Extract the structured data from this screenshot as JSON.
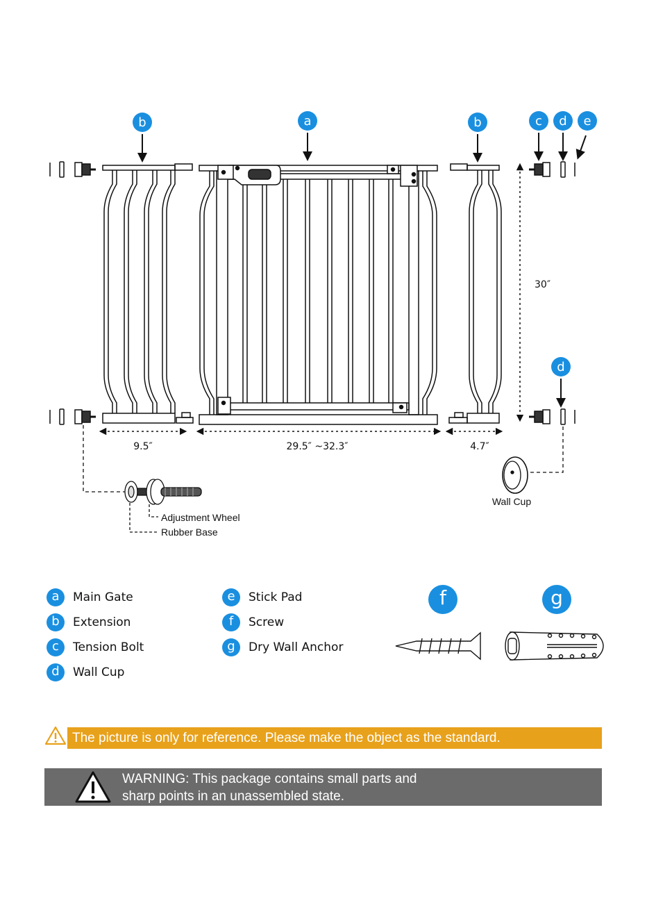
{
  "diagram": {
    "callouts": {
      "a": "a",
      "b_left": "b",
      "b_right": "b",
      "c": "c",
      "d_top": "d",
      "e": "e",
      "d_bottom": "d"
    },
    "dimensions": {
      "left_extension_width": "9.5″",
      "main_gate_width": "29.5″  ~32.3″",
      "right_extension_width": "4.7″",
      "height": "30″"
    },
    "labels": {
      "adjustment_wheel": "Adjustment Wheel",
      "rubber_base": "Rubber Base",
      "wall_cup": "Wall Cup"
    }
  },
  "legend": {
    "col1": [
      {
        "letter": "a",
        "label": "Main Gate"
      },
      {
        "letter": "b",
        "label": "Extension"
      },
      {
        "letter": "c",
        "label": "Tension Bolt"
      },
      {
        "letter": "d",
        "label": "Wall Cup"
      }
    ],
    "col2": [
      {
        "letter": "e",
        "label": "Stick Pad"
      },
      {
        "letter": "f",
        "label": "Screw"
      },
      {
        "letter": "g",
        "label": "Dry Wall Anchor"
      }
    ]
  },
  "parts": {
    "screw_letter": "f",
    "anchor_letter": "g"
  },
  "notice": {
    "text": "The picture is only for reference. Please make the object as the standard."
  },
  "warning": {
    "line1": "WARNING: This package contains small parts and",
    "line2": "sharp points in an unassembled state."
  },
  "colors": {
    "badge_blue": "#1a8fe0",
    "notice_orange": "#e8a11b",
    "warning_gray": "#6b6b6b"
  }
}
